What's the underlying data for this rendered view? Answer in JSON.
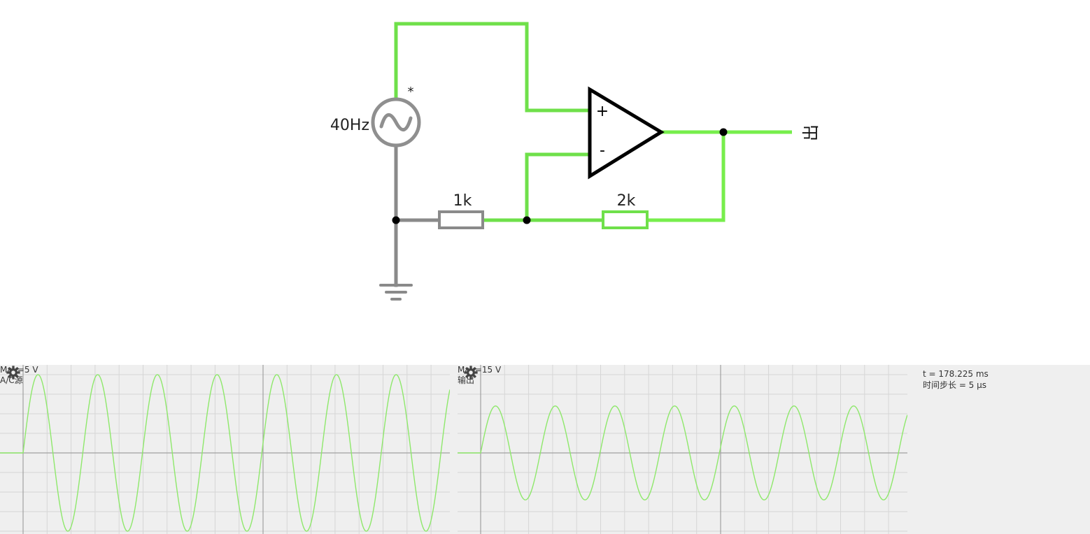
{
  "circuit": {
    "source": {
      "frequency_label": "40Hz",
      "marker": "*"
    },
    "opamp": {
      "plus_label": "+",
      "minus_label": "-"
    },
    "r1": {
      "label": "1k"
    },
    "r2": {
      "label": "2k"
    },
    "output": {
      "label": "出"
    },
    "colors": {
      "wire_active": "#6fe04a",
      "wire_bright": "#77ee4c",
      "wire_ground": "#8a8a8a",
      "component": "#000000"
    }
  },
  "scopes": [
    {
      "max_label": "Max=5 V",
      "name_label": "A/C源",
      "amplitude_fraction": 1.0,
      "cycles": 7.15,
      "trace_color": "#8ee86b"
    },
    {
      "max_label": "Max=15 V",
      "name_label": "输出",
      "amplitude_fraction": 0.6,
      "cycles": 7.15,
      "trace_color": "#8ee86b"
    }
  ],
  "sim_info": {
    "time": "t = 178.225 ms",
    "timestep": "时间步长 = 5 μs"
  }
}
